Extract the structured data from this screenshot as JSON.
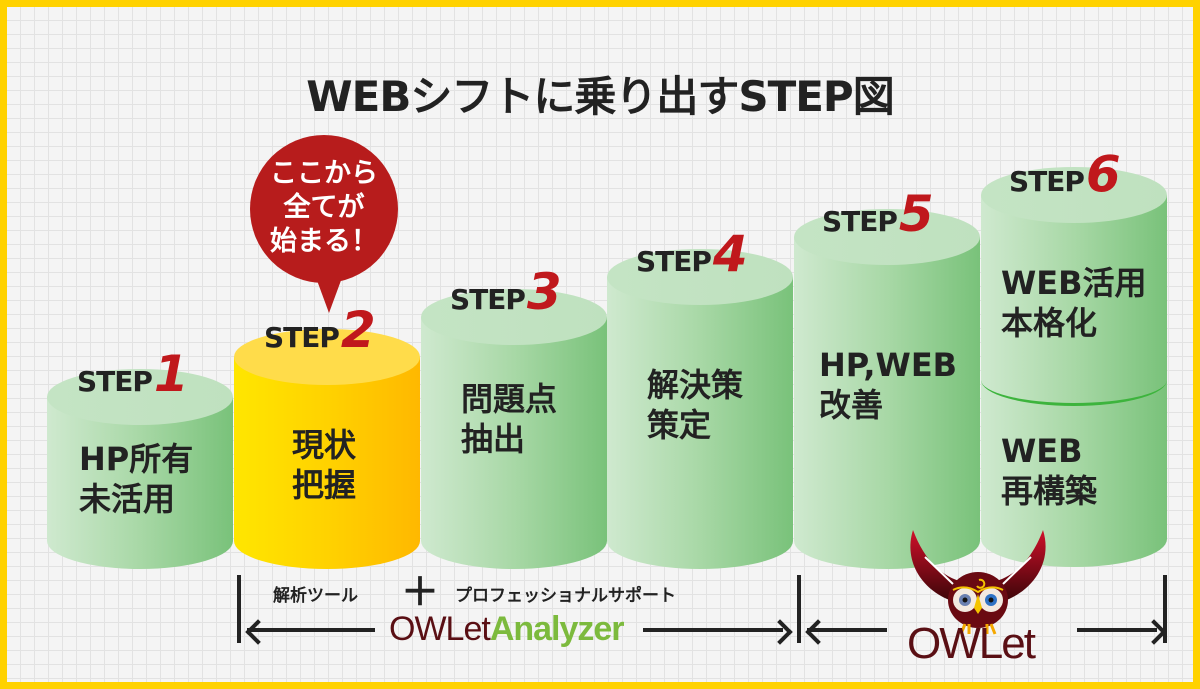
{
  "title": "WEBシフトに乗り出すSTEP図",
  "callout": {
    "lines": [
      "ここから",
      "全てが",
      "始まる！"
    ]
  },
  "steps": [
    {
      "prefix": "STEP",
      "num": "1",
      "lines": [
        "HP所有",
        "未活用"
      ],
      "color": "green"
    },
    {
      "prefix": "STEP",
      "num": "2",
      "lines": [
        "現状",
        "把握"
      ],
      "color": "yellow"
    },
    {
      "prefix": "STEP",
      "num": "3",
      "lines": [
        "問題点",
        "抽出"
      ],
      "color": "green"
    },
    {
      "prefix": "STEP",
      "num": "4",
      "lines": [
        "解決策",
        "策定"
      ],
      "color": "green"
    },
    {
      "prefix": "STEP",
      "num": "5",
      "lines": [
        "HP,WEB",
        "改善"
      ],
      "color": "green"
    },
    {
      "prefix": "STEP",
      "num": "6",
      "lines": [
        "WEB活用",
        "本格化"
      ],
      "lines_lower": [
        "WEB",
        "再構築"
      ],
      "color": "green"
    }
  ],
  "ranges": {
    "analyzer": {
      "left_label": "解析ツール",
      "plus": "＋",
      "right_label": "プロフェッショナルサポート",
      "brand_owl": "OWLet",
      "brand_suffix": "Analyzer"
    },
    "owlet": {
      "brand": "OWLet",
      "logo_icon": "owl-logo-icon"
    }
  },
  "colors": {
    "border": "#FFD200",
    "accent_red": "#C0181C",
    "green_light": "#CFE9CF",
    "green_dark": "#79C27A",
    "yellow": "#FFD200",
    "brand_maroon": "#5A0F14",
    "brand_green": "#7CBA3D"
  }
}
